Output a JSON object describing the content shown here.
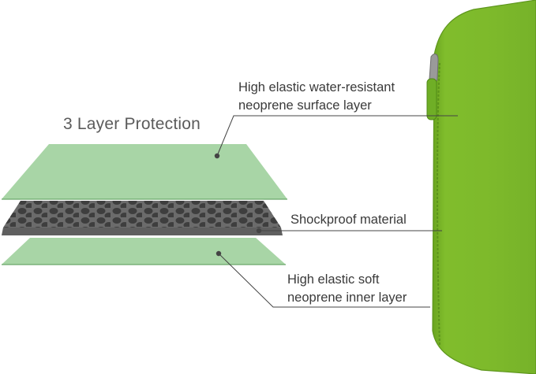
{
  "title": "3 Layer Protection",
  "layers": [
    {
      "id": "outer",
      "label_line1": "High elastic water-resistant",
      "label_line2": "neoprene surface layer",
      "color": "#a8d5a6"
    },
    {
      "id": "middle",
      "label": "Shockproof material",
      "color": "#5a5a5a"
    },
    {
      "id": "inner",
      "label_line1": "High elastic soft",
      "label_line2": "neoprene inner layer",
      "color": "#a8d5a6"
    }
  ],
  "sleeve_color": "#7ab62a"
}
